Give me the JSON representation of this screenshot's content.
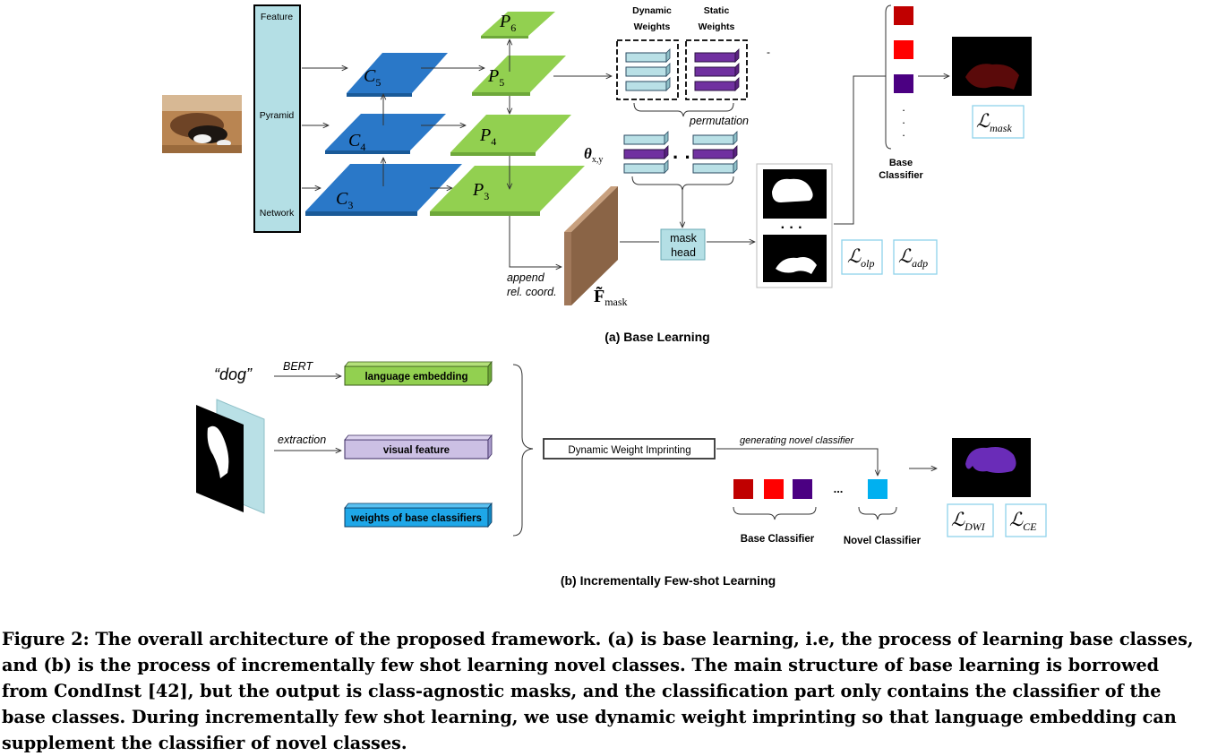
{
  "part_a": {
    "fpn_labels": [
      "Feature",
      "Pyramid",
      "Network"
    ],
    "c_levels": [
      {
        "base": "C",
        "sub": "5"
      },
      {
        "base": "C",
        "sub": "4"
      },
      {
        "base": "C",
        "sub": "3"
      }
    ],
    "p_levels": [
      {
        "base": "P",
        "sub": "6"
      },
      {
        "base": "P",
        "sub": "5"
      },
      {
        "base": "P",
        "sub": "4"
      },
      {
        "base": "P",
        "sub": "3"
      }
    ],
    "dynamic_weights": [
      "Dynamic",
      "Weights"
    ],
    "static_weights": [
      "Static",
      "Weights"
    ],
    "permutation": "permutation",
    "theta": {
      "base": "θ",
      "sub": "x,y"
    },
    "dots": "· ·",
    "mask_head": [
      "mask",
      "head"
    ],
    "append": [
      "append",
      "rel. coord."
    ],
    "fmask": {
      "base": "F̃",
      "sub": "mask"
    },
    "masks_dots": "· · ·",
    "vertical_dots": [
      ".",
      ".",
      "."
    ],
    "base_classifier": [
      "Base",
      "Classifier"
    ],
    "losses": {
      "mask": {
        "base": "ℒ",
        "sub": "mask"
      },
      "olp": {
        "base": "ℒ",
        "sub": "olp"
      },
      "adp": {
        "base": "ℒ",
        "sub": "adp"
      }
    },
    "dash": "-",
    "caption": "(a) Base Learning"
  },
  "part_b": {
    "dog": "“dog”",
    "bert": "BERT",
    "extraction": "extraction",
    "language_embedding": "language embedding",
    "visual_feature": "visual feature",
    "weights_base": "weights of base classifiers",
    "dwi": "Dynamic Weight Imprinting",
    "generating": "generating novel classifier",
    "ellipsis": "...",
    "base_classifier": "Base Classifier",
    "novel_classifier": "Novel Classifier",
    "losses": {
      "dwi": {
        "base": "ℒ",
        "sub": "DWI"
      },
      "ce": {
        "base": "ℒ",
        "sub": "CE"
      }
    },
    "caption": "(b) Incrementally Few-shot Learning"
  },
  "caption": "Figure 2: The overall architecture of the proposed framework. (a) is base learning, i.e, the process of learning base classes, and (b) is the process of incrementally few shot learning novel classes. The main structure of base learning is borrowed from CondInst [42], but the output is class-agnostic masks, and the classification part only contains the classifier of the base classes. During incrementally few shot learning, we use dynamic weight imprinting so that language embedding can supplement the classifier of novel classes.",
  "colors": {
    "c_blue": "#2a78c8",
    "p_green": "#92d050",
    "fpn_box": "#b4dfe5",
    "dynamic_bar": "#b9e0e6",
    "static_bar": "#7030a0",
    "fmask_brown": "#a0785a",
    "red_dark": "#c00000",
    "red": "#ff0000",
    "purple": "#4b0082",
    "novel_blue": "#00b0f0",
    "lang_green": "#92d050",
    "visual_lav": "#ccc0e4",
    "weights_blue": "#1ea7e8",
    "loss_border": "#8fd3ea"
  }
}
